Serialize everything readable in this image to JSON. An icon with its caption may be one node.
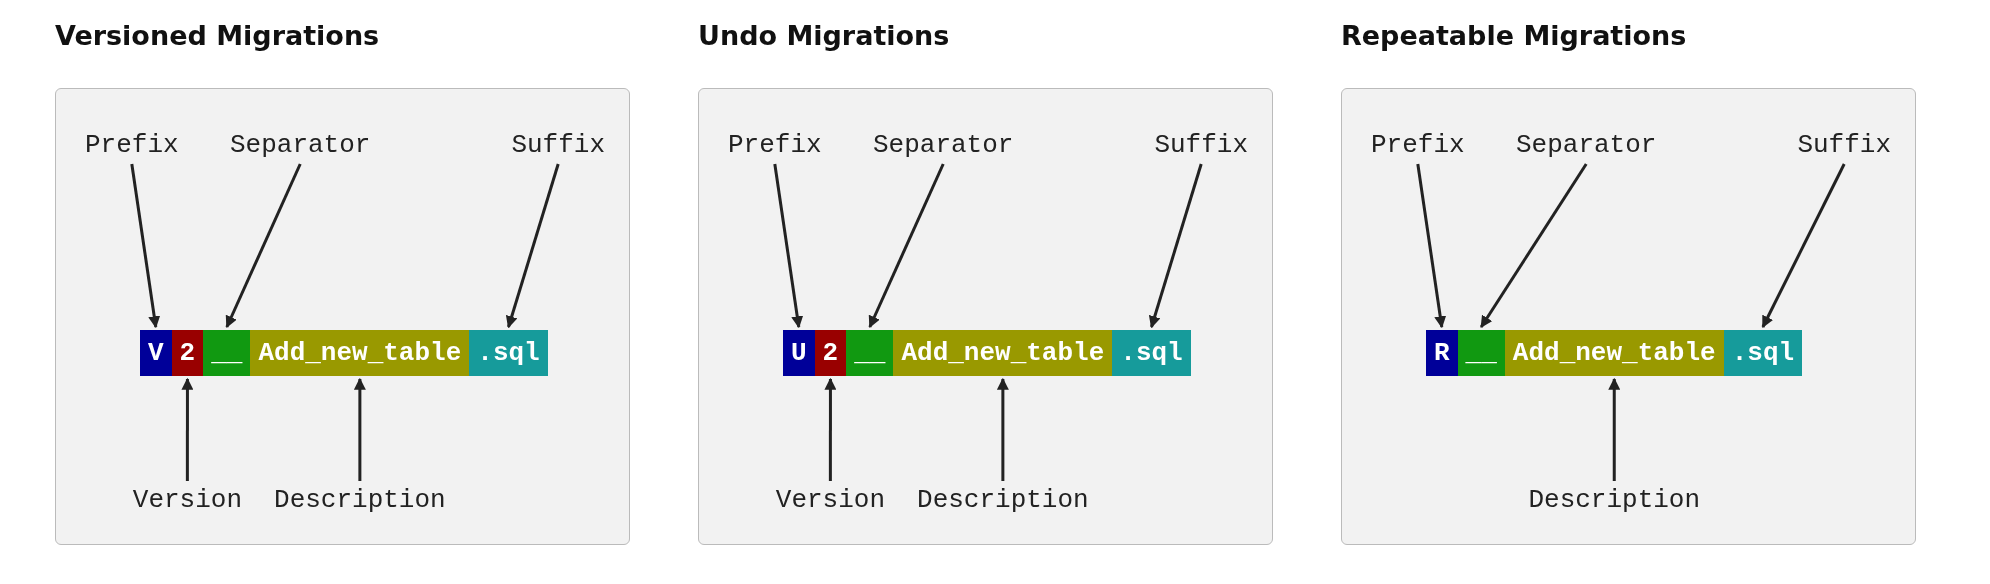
{
  "diagram": {
    "nodes": [
      {
        "text": [
          "Versioned Migrations"
        ]
      },
      {
        "text": [
          "Prefix"
        ],
        "in": 0
      },
      {
        "text": [
          "Separator"
        ],
        "in": 0
      },
      {
        "text": [
          "Suffix"
        ],
        "in": 0
      },
      {
        "text": [
          "V"
        ],
        "in": 0
      },
      {
        "text": [
          "2"
        ],
        "in": 0
      },
      {
        "text": [
          "__"
        ],
        "in": 0
      },
      {
        "text": [
          "Add_new_table"
        ],
        "in": 0
      },
      {
        "text": [
          ".sql"
        ],
        "in": 0
      },
      {
        "text": [
          "Version"
        ],
        "in": 0
      },
      {
        "text": [
          "Description"
        ],
        "in": 0
      },
      {
        "text": [
          "Undo Migrations"
        ]
      },
      {
        "text": [
          "Prefix"
        ],
        "in": 11
      },
      {
        "text": [
          "Separator"
        ],
        "in": 11
      },
      {
        "text": [
          "Suffix"
        ],
        "in": 11
      },
      {
        "text": [
          "U"
        ],
        "in": 11
      },
      {
        "text": [
          "2"
        ],
        "in": 11
      },
      {
        "text": [
          "__"
        ],
        "in": 11
      },
      {
        "text": [
          "Add_new_table"
        ],
        "in": 11
      },
      {
        "text": [
          ".sql"
        ],
        "in": 11
      },
      {
        "text": [
          "Version"
        ],
        "in": 11
      },
      {
        "text": [
          "Description"
        ],
        "in": 11
      },
      {
        "text": [
          "Repeatable Migrations"
        ]
      },
      {
        "text": [
          "Prefix"
        ],
        "in": 22
      },
      {
        "text": [
          "Separator"
        ],
        "in": 22
      },
      {
        "text": [
          "Suffix"
        ],
        "in": 22
      },
      {
        "text": [
          "R"
        ],
        "in": 22
      },
      {
        "text": [
          "__"
        ],
        "in": 22
      },
      {
        "text": [
          "Add_new_table"
        ],
        "in": 22
      },
      {
        "text": [
          ".sql"
        ],
        "in": 22
      },
      {
        "text": [
          "Description"
        ],
        "in": 22
      }
    ],
    "edges": [
      {
        "from": 1,
        "to": 4,
        "arrow": "to"
      },
      {
        "from": 2,
        "to": 6,
        "arrow": "to"
      },
      {
        "from": 3,
        "to": 8,
        "arrow": "to"
      },
      {
        "from": 9,
        "to": 5,
        "arrow": "to"
      },
      {
        "from": 10,
        "to": 7,
        "arrow": "to"
      },
      {
        "from": 12,
        "to": 15,
        "arrow": "to"
      },
      {
        "from": 13,
        "to": 17,
        "arrow": "to"
      },
      {
        "from": 14,
        "to": 19,
        "arrow": "to"
      },
      {
        "from": 20,
        "to": 16,
        "arrow": "to"
      },
      {
        "from": 21,
        "to": 18,
        "arrow": "to"
      },
      {
        "from": 23,
        "to": 26,
        "arrow": "to"
      },
      {
        "from": 24,
        "to": 27,
        "arrow": "to"
      },
      {
        "from": 25,
        "to": 29,
        "arrow": "to"
      },
      {
        "from": 30,
        "to": 28,
        "arrow": "to"
      }
    ]
  }
}
